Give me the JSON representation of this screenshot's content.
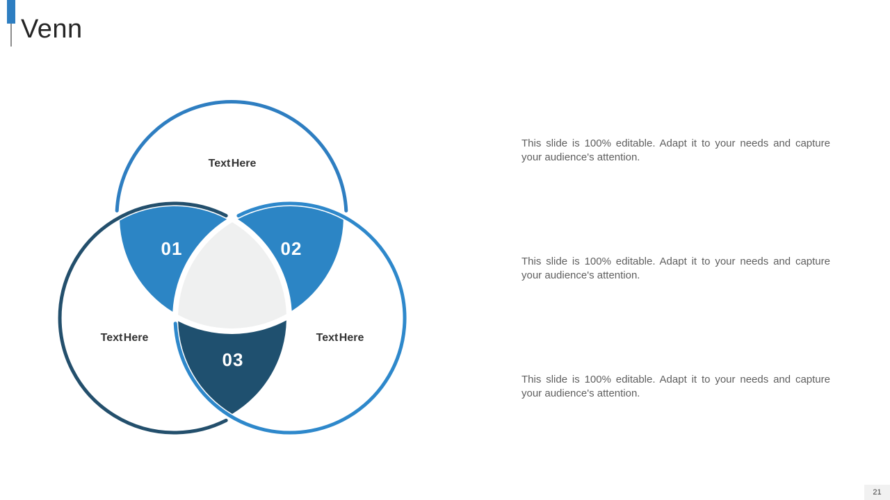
{
  "header": {
    "title": "Venn",
    "accent_color": "#2E7EC1"
  },
  "venn": {
    "circle_labels": [
      "Text Here",
      "Text Here",
      "Text Here"
    ],
    "region_numbers": [
      "01",
      "02",
      "03"
    ],
    "colors": {
      "top_circle_stroke": "#2E7EC1",
      "left_circle_stroke": "#234F6C",
      "right_circle_stroke": "#2E88CB",
      "region_01_fill": "#2C85C5",
      "region_02_fill": "#2C85C5",
      "region_03_fill": "#1F506F",
      "center_fill": "#EFF0F0"
    }
  },
  "notes": [
    "This slide is 100% editable. Adapt it to your needs and capture your audience's attention.",
    "This slide is 100% editable. Adapt it to your needs and capture your audience's attention.",
    "This slide is 100% editable. Adapt it to your needs and capture your audience's attention."
  ],
  "footer": {
    "page_number": "21"
  }
}
